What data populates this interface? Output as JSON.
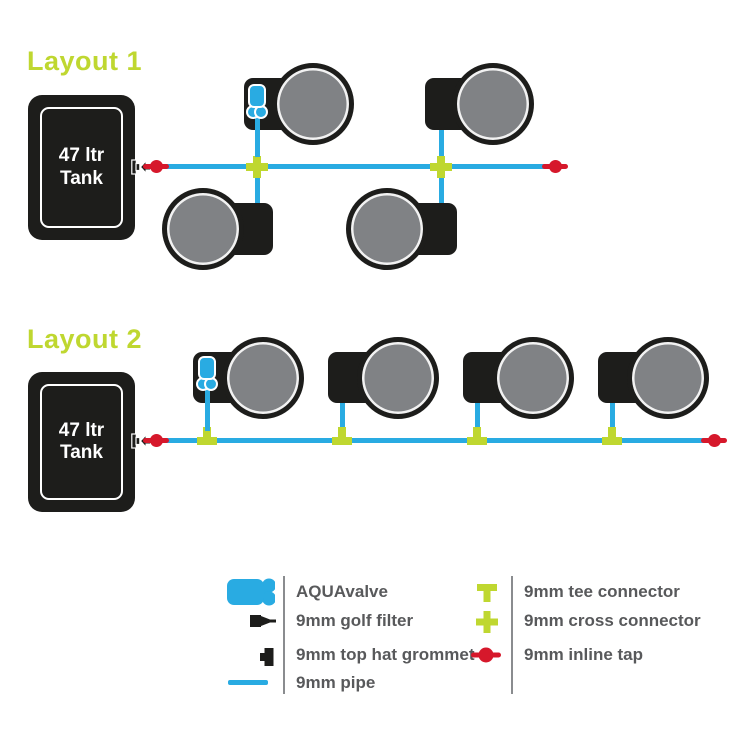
{
  "diagram": {
    "layouts": [
      {
        "title": "Layout 1",
        "tank": {
          "label_line1": "47 ltr",
          "label_line2": "Tank"
        },
        "pot_count": 4,
        "connector_type": "9mm cross connector",
        "inline_tap_count": 2,
        "aquavalve_count": 1
      },
      {
        "title": "Layout 2",
        "tank": {
          "label_line1": "47 ltr",
          "label_line2": "Tank"
        },
        "pot_count": 4,
        "connector_type": "9mm tee connector",
        "inline_tap_count": 2,
        "aquavalve_count": 1
      }
    ]
  },
  "legend": {
    "left": [
      {
        "icon": "aquavalve-icon",
        "label": "AQUAvalve"
      },
      {
        "icon": "golf-filter-icon",
        "label": "9mm golf filter"
      },
      {
        "icon": "top-hat-grommet-icon",
        "label": "9mm top hat grommet"
      },
      {
        "icon": "pipe-icon",
        "label": "9mm pipe"
      }
    ],
    "right": [
      {
        "icon": "tee-connector-icon",
        "label": "9mm tee connector"
      },
      {
        "icon": "cross-connector-icon",
        "label": "9mm cross connector"
      },
      {
        "icon": "inline-tap-icon",
        "label": "9mm inline tap"
      }
    ]
  },
  "colors": {
    "pipe_blue": "#29abe2",
    "accent_lime": "#bfd730",
    "tap_red": "#d6182b",
    "component_black": "#1d1d1b",
    "pot_gray": "#808285",
    "legend_text_gray": "#58595b",
    "background": "#ffffff"
  }
}
